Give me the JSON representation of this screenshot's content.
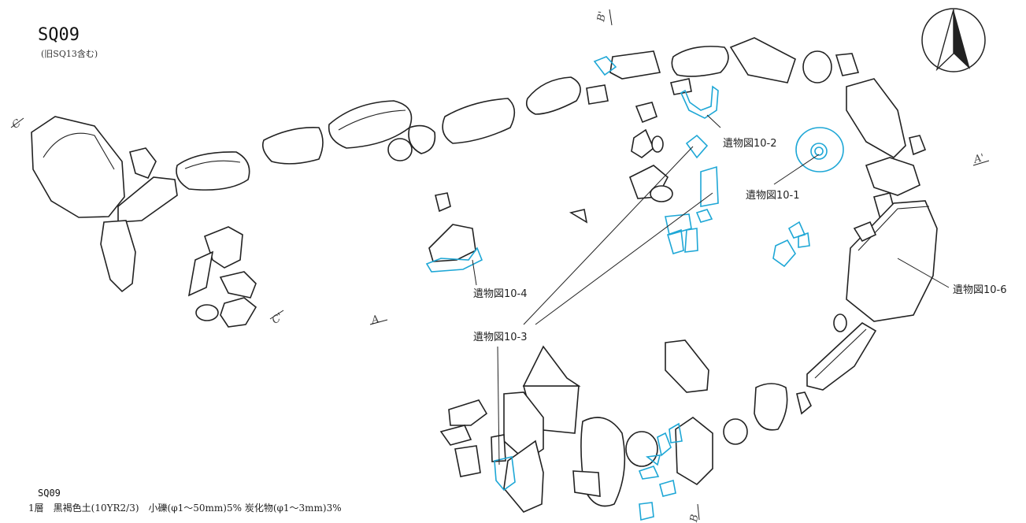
{
  "header": {
    "title": "SQ09",
    "subtitle": "(旧SQ13含む)"
  },
  "section_marks": {
    "a": "A",
    "a_prime": "A'",
    "b": "B",
    "b_prime": "B'",
    "c": "C",
    "c_prime": "C'"
  },
  "artifact_labels": [
    "遺物図10-1",
    "遺物図10-2",
    "遺物図10-3",
    "遺物図10-4",
    "遺物図10-6"
  ],
  "legend": {
    "heading": "SQ09",
    "layers": [
      {
        "text": "1層　黒褐色土(10YR2/3)　小礫(φ1～50mm)5% 炭化物(φ1～3mm)3%"
      }
    ]
  },
  "colors": {
    "stone_outline": "#222222",
    "artifact_outline": "#1ea7d6",
    "background": "#ffffff"
  },
  "icons": {
    "north": "north-arrow-icon"
  }
}
